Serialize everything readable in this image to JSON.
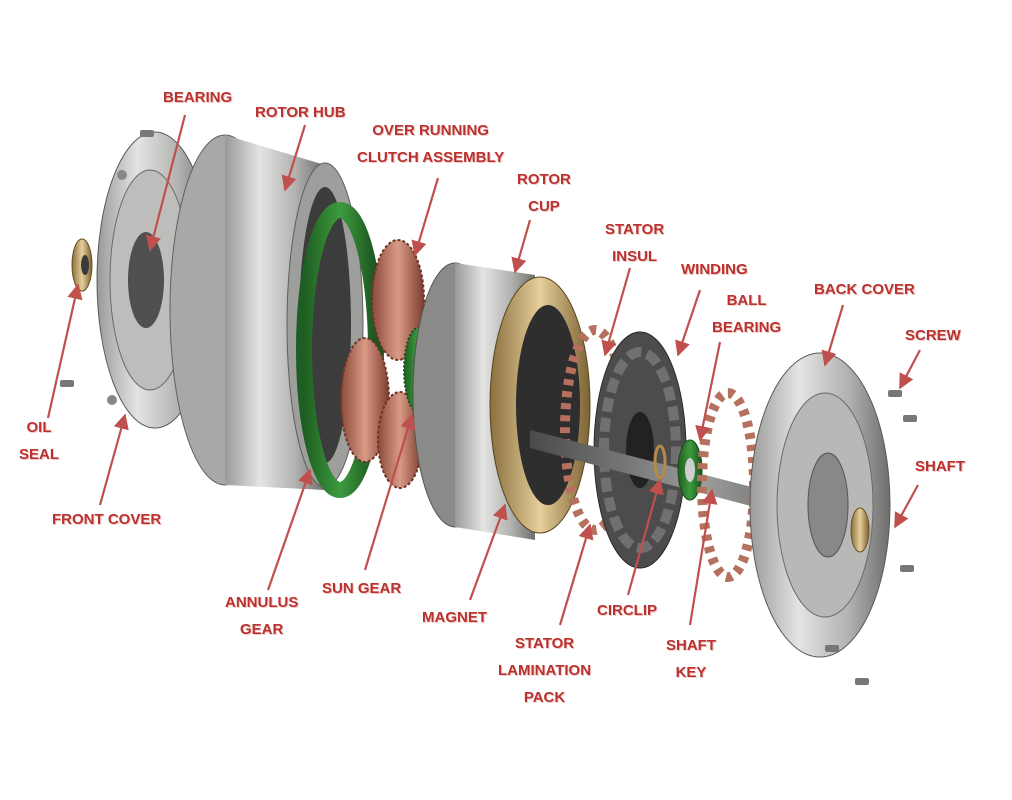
{
  "colors": {
    "label": "#b8322f",
    "arrow": "#c0504d",
    "metal_light": "#d6d6d4",
    "metal_dark": "#6e6e6c",
    "gear_green": "#2f7f30",
    "gear_copper": "#c47a66",
    "magnet_gold": "#d9c08a",
    "stator_gray": "#5a5a5a",
    "bronze": "#b58a4a"
  },
  "labels": {
    "bearing": "BEARING",
    "rotor_hub": "ROTOR HUB",
    "over_running_1": "OVER RUNNING",
    "over_running_2": "CLUTCH ASSEMBLY",
    "rotor_cup_1": "ROTOR",
    "rotor_cup_2": "CUP",
    "stator_insul_1": "STATOR",
    "stator_insul_2": "INSUL",
    "winding": "WINDING",
    "ball_bearing_1": "BALL",
    "ball_bearing_2": "BEARING",
    "back_cover": "BACK COVER",
    "screw": "SCREW",
    "shaft": "SHAFT",
    "oil_seal_1": "OIL",
    "oil_seal_2": "SEAL",
    "front_cover": "FRONT COVER",
    "annulus_gear_1": "ANNULUS",
    "annulus_gear_2": "GEAR",
    "sun_gear": "SUN GEAR",
    "magnet": "MAGNET",
    "stator_lamination_1": "STATOR",
    "stator_lamination_2": "LAMINATION",
    "stator_lamination_3": "PACK",
    "circlip": "CIRCLIP",
    "shaft_key_1": "SHAFT",
    "shaft_key_2": "KEY"
  }
}
